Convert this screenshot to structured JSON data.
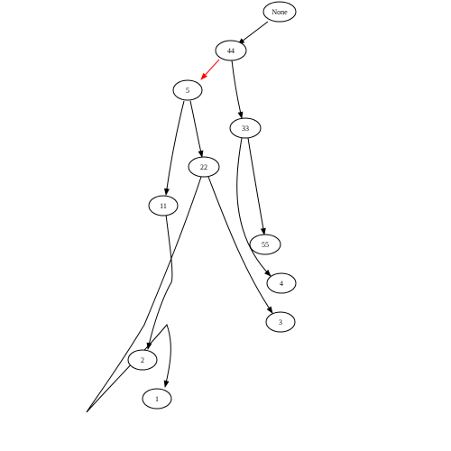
{
  "nodes": [
    {
      "id": "n_none",
      "label": "None"
    },
    {
      "id": "n44",
      "label": "44"
    },
    {
      "id": "n5",
      "label": "5"
    },
    {
      "id": "n33",
      "label": "33"
    },
    {
      "id": "n22",
      "label": "22"
    },
    {
      "id": "n11",
      "label": "11"
    },
    {
      "id": "n55",
      "label": "55"
    },
    {
      "id": "n4",
      "label": "4"
    },
    {
      "id": "n3",
      "label": "3"
    },
    {
      "id": "n2",
      "label": "2"
    },
    {
      "id": "n1",
      "label": "1"
    }
  ],
  "edges": [
    {
      "from": "None",
      "to": "44",
      "color": "#000000"
    },
    {
      "from": "44",
      "to": "5",
      "color": "#ff0000"
    },
    {
      "from": "44",
      "to": "33",
      "color": "#000000"
    },
    {
      "from": "5",
      "to": "22",
      "color": "#000000"
    },
    {
      "from": "5",
      "to": "11",
      "color": "#000000"
    },
    {
      "from": "33",
      "to": "55",
      "color": "#000000"
    },
    {
      "from": "33",
      "to": "4",
      "color": "#000000"
    },
    {
      "from": "22",
      "to": "3",
      "color": "#000000"
    },
    {
      "from": "22",
      "to": "1",
      "color": "#000000"
    },
    {
      "from": "11",
      "to": "2",
      "color": "#000000"
    }
  ]
}
